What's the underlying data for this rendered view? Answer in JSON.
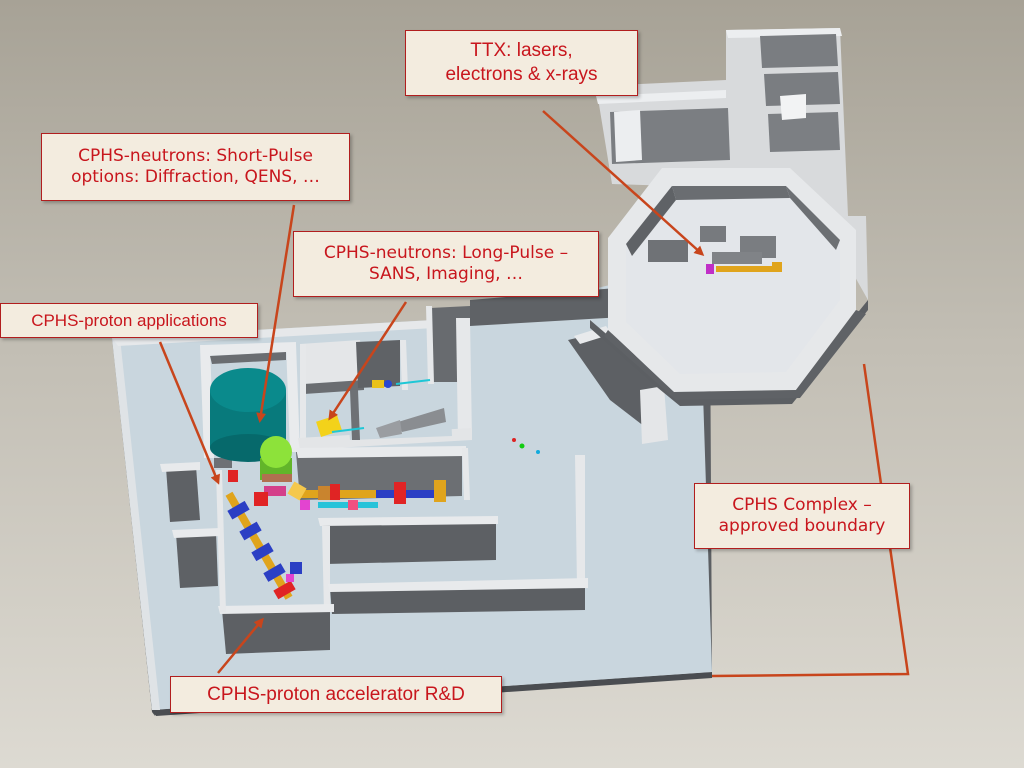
{
  "callouts": {
    "ttx": "TTX: lasers,\nelectrons & x-rays",
    "short_pulse": "CPHS-neutrons: Short-Pulse\noptions: Diffraction, QENS, …",
    "long_pulse": "CPHS-neutrons: Long-Pulse –\nSANS, Imaging, …",
    "proton_applications": "CPHS-proton applications",
    "boundary": "CPHS Complex –\napproved boundary",
    "accelerator": "CPHS-proton accelerator R&D"
  },
  "colors": {
    "arrow": "#c8451c",
    "callout_text": "#c8161d",
    "floor": "#c9d6de",
    "wall_top": "#e4e6e8",
    "wall_side": "#6b6e72",
    "target_cylinder": "#0a8a8c",
    "green_sphere": "#8de23a",
    "beamline_gold": "#e0a41c",
    "magnet_blue": "#2b3fc4",
    "magnet_red": "#e02424"
  }
}
